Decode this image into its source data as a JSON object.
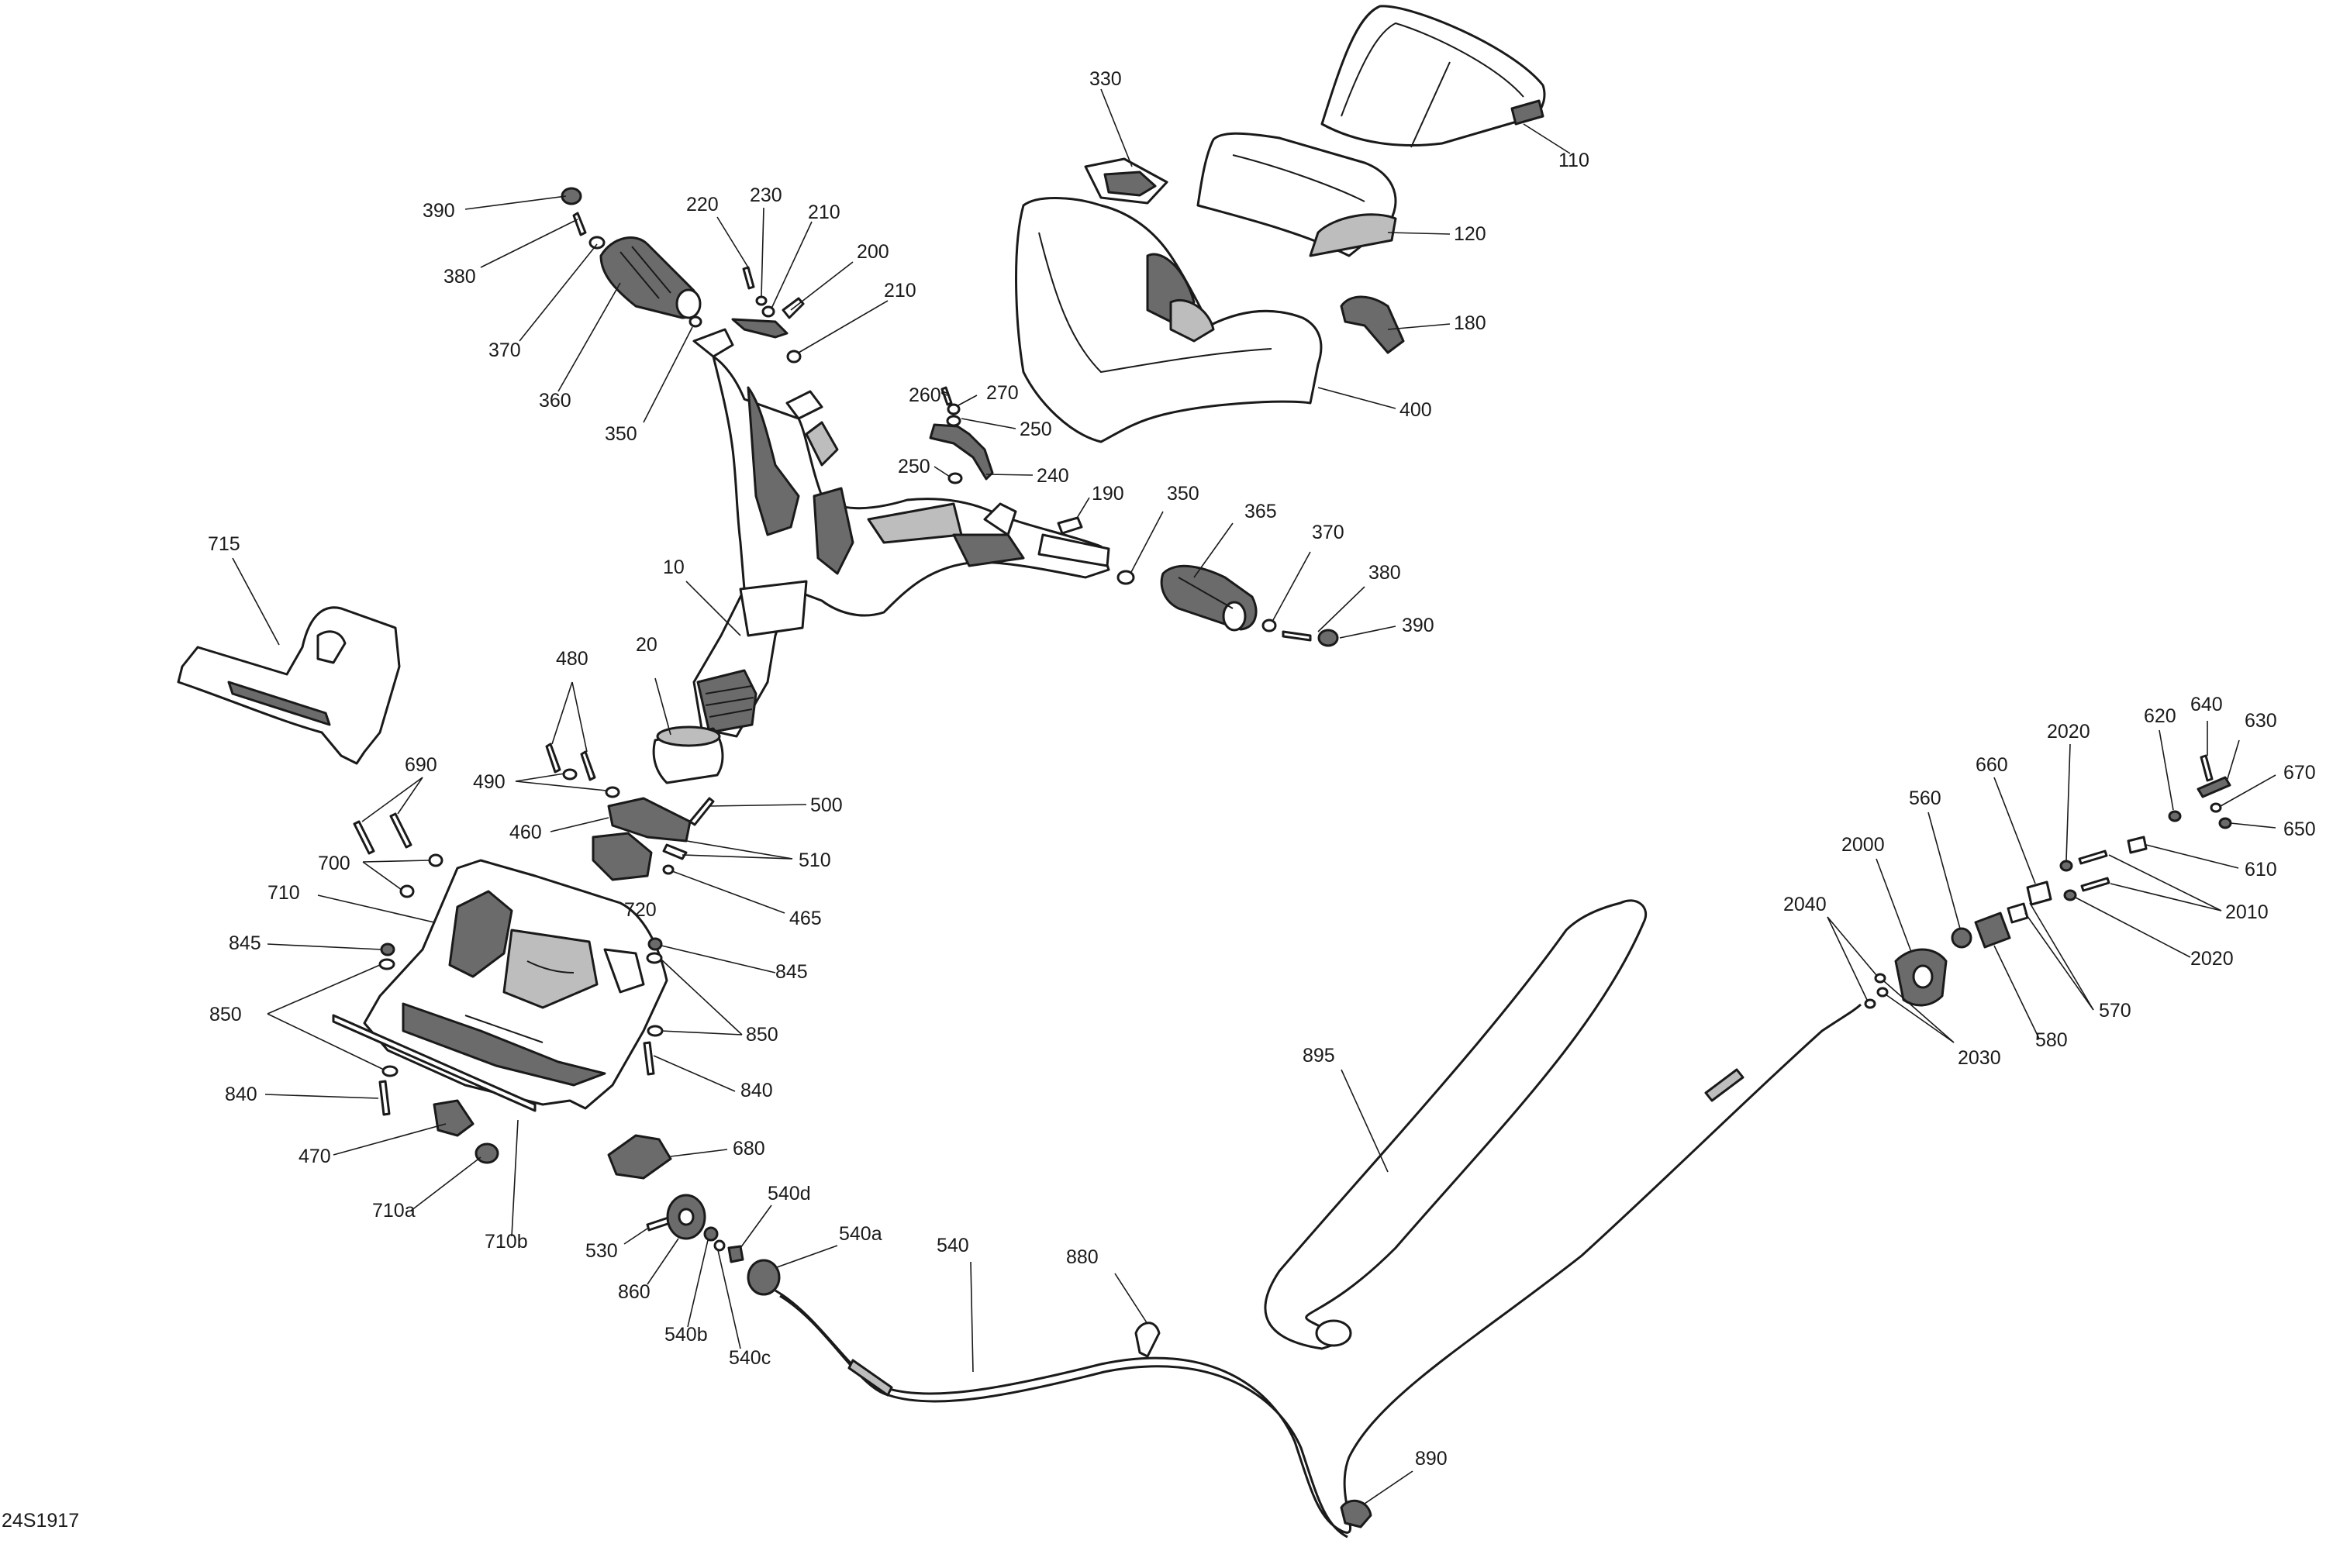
{
  "diagram": {
    "reference_code": "24S1917",
    "callouts": {
      "c110": "110",
      "c120": "120",
      "c180": "180",
      "c330": "330",
      "c400": "400",
      "c390a": "390",
      "c380a": "380",
      "c370a": "370",
      "c360": "360",
      "c350a": "350",
      "c220": "220",
      "c230": "230",
      "c210a": "210",
      "c200": "200",
      "c210b": "210",
      "c260": "260",
      "c270": "270",
      "c250a": "250",
      "c250b": "250",
      "c240": "240",
      "c190": "190",
      "c350b": "350",
      "c365": "365",
      "c370b": "370",
      "c380b": "380",
      "c390b": "390",
      "c10": "10",
      "c20": "20",
      "c715": "715",
      "c480": "480",
      "c490": "490",
      "c500": "500",
      "c460": "460",
      "c510": "510",
      "c720": "720",
      "c465": "465",
      "c690": "690",
      "c700": "700",
      "c710": "710",
      "c845a": "845",
      "c845b": "845",
      "c850a": "850",
      "c850b": "850",
      "c840a": "840",
      "c840b": "840",
      "c470": "470",
      "c710a": "710a",
      "c710b": "710b",
      "c680": "680",
      "c530": "530",
      "c860": "860",
      "c540b": "540b",
      "c540c": "540c",
      "c540d": "540d",
      "c540a": "540a",
      "c540": "540",
      "c880": "880",
      "c895": "895",
      "c890": "890",
      "c2040": "2040",
      "c2000": "2000",
      "c560": "560",
      "c660": "660",
      "c2020a": "2020",
      "c620": "620",
      "c640": "640",
      "c630": "630",
      "c670": "670",
      "c650": "650",
      "c610": "610",
      "c2010": "2010",
      "c2020b": "2020",
      "c570": "570",
      "c580": "580",
      "c2030": "2030"
    }
  }
}
